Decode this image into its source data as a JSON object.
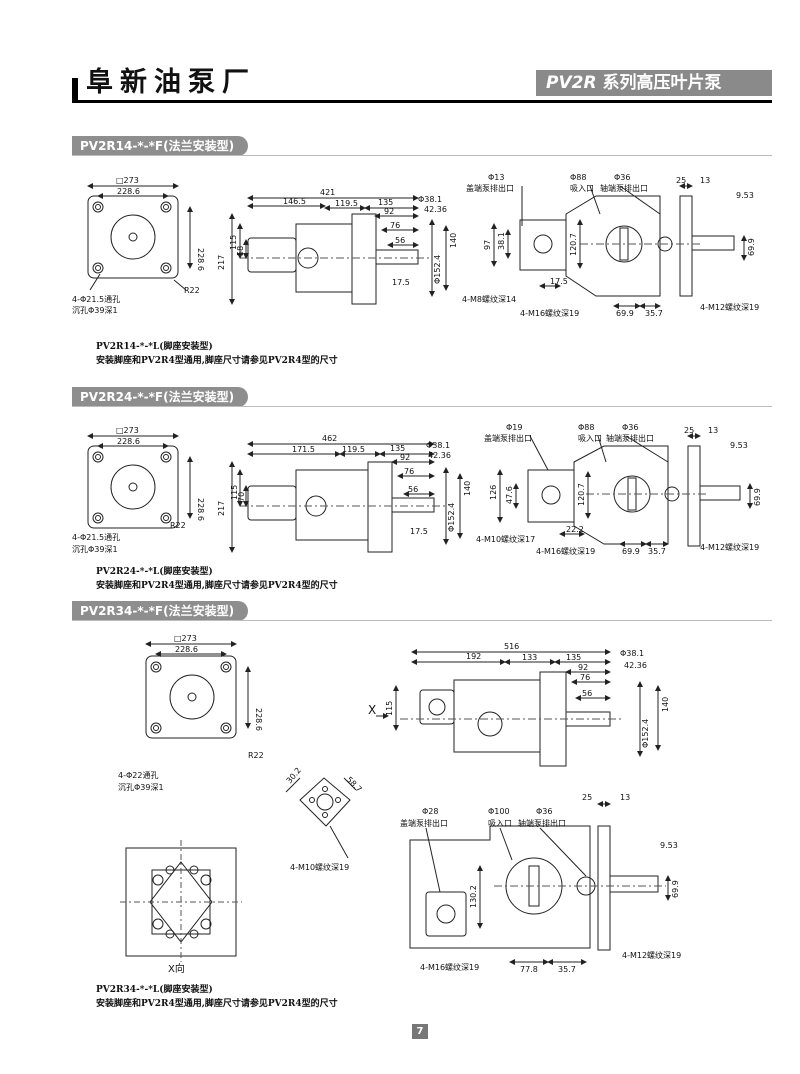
{
  "header": {
    "company": "阜新油泵厂",
    "series_code": "PV2R",
    "series_name": "系列高压叶片泵"
  },
  "sections": [
    {
      "title": "PV2R14-*-*F(法兰安装型)",
      "note_line1": "PV2R14-*-*L(脚座安装型)",
      "note_line2": "安装脚座和PV2R4型通用,脚座尺寸请参见PV2R4型的尺寸",
      "flange": {
        "sq": "□273",
        "w": "228.6",
        "h": "228.6",
        "r": "R22",
        "holes": "4-Φ21.5通孔",
        "cb": "沉孔Φ39深1"
      },
      "side": {
        "l": "421",
        "a": "146.5",
        "b": "119.5",
        "c": "135",
        "d": "92",
        "e": "76",
        "f": "56",
        "g": "17.5",
        "h1": "217",
        "h2": "115",
        "h3": "58",
        "shaft": "Φ38.1",
        "key": "42.36",
        "pilot": "Φ152.4",
        "ph": "140"
      },
      "end": {
        "outlet1": "Φ13",
        "outlet1_label": "盖端泵排出口",
        "inlet": "Φ88",
        "inlet_label": "吸入口",
        "outlet2": "Φ36",
        "outlet2_label": "轴端泵排出口",
        "d1": "25",
        "d2": "13",
        "key": "9.53",
        "v1": "97",
        "v2": "38.1",
        "v3": "120.7",
        "v4": "69.9",
        "h1": "17.5",
        "h2": "69.9",
        "h3": "35.7",
        "t1": "4-M8螺纹深14",
        "t2": "4-M16螺纹深19",
        "t3": "4-M12螺纹深19"
      }
    },
    {
      "title": "PV2R24-*-*F(法兰安装型)",
      "note_line1": "PV2R24-*-*L(脚座安装型)",
      "note_line2": "安装脚座和PV2R4型通用,脚座尺寸请参见PV2R4型的尺寸",
      "flange": {
        "sq": "□273",
        "w": "228.6",
        "h": "228.6",
        "r": "R22",
        "holes": "4-Φ21.5通孔",
        "cb": "沉孔Φ39深1"
      },
      "side": {
        "l": "462",
        "a": "171.5",
        "b": "119.5",
        "c": "135",
        "d": "92",
        "e": "76",
        "f": "56",
        "g": "17.5",
        "h1": "217",
        "h2": "115",
        "h3": "70",
        "shaft": "Φ38.1",
        "key": "42.36",
        "pilot": "Φ152.4",
        "ph": "140"
      },
      "end": {
        "outlet1": "Φ19",
        "outlet1_label": "盖端泵排出口",
        "inlet": "Φ88",
        "inlet_label": "吸入口",
        "outlet2": "Φ36",
        "outlet2_label": "轴端泵排出口",
        "d1": "25",
        "d2": "13",
        "key": "9.53",
        "v1": "126",
        "v2": "47.6",
        "v3": "120.7",
        "v4": "69.9",
        "h1": "22.2",
        "h2": "69.9",
        "h3": "35.7",
        "t1": "4-M10螺纹深17",
        "t2": "4-M16螺纹深19",
        "t3": "4-M12螺纹深19"
      }
    },
    {
      "title": "PV2R34-*-*F(法兰安装型)",
      "note_line1": "PV2R34-*-*L(脚座安装型)",
      "note_line2": "安装脚座和PV2R4型通用,脚座尺寸请参见PV2R4型的尺寸",
      "flange": {
        "sq": "□273",
        "w": "228.6",
        "h": "228.6",
        "r": "R22",
        "holes": "4-Φ22通孔",
        "cb": "沉孔Φ39深1"
      },
      "side": {
        "l": "516",
        "a": "192",
        "b": "133",
        "c": "135",
        "d": "92",
        "e": "76",
        "f": "56",
        "h2": "115",
        "shaft": "Φ38.1",
        "key": "42.36",
        "pilot": "Φ152.4",
        "ph": "140",
        "x": "X"
      },
      "port": {
        "a": "30.2",
        "b": "58.7",
        "t": "4-M10螺纹深19"
      },
      "view": "X向",
      "end": {
        "outlet1": "Φ28",
        "outlet1_label": "盖端泵排出口",
        "inlet": "Φ100",
        "inlet_label": "吸入口",
        "outlet2": "Φ36",
        "outlet2_label": "轴端泵排出口",
        "d1": "25",
        "d2": "13",
        "key": "9.53",
        "v3": "130.2",
        "v4": "69.9",
        "h2": "77.8",
        "h3": "35.7",
        "t2": "4-M16螺纹深19",
        "t3": "4-M12螺纹深19"
      }
    }
  ],
  "page_number": "7"
}
